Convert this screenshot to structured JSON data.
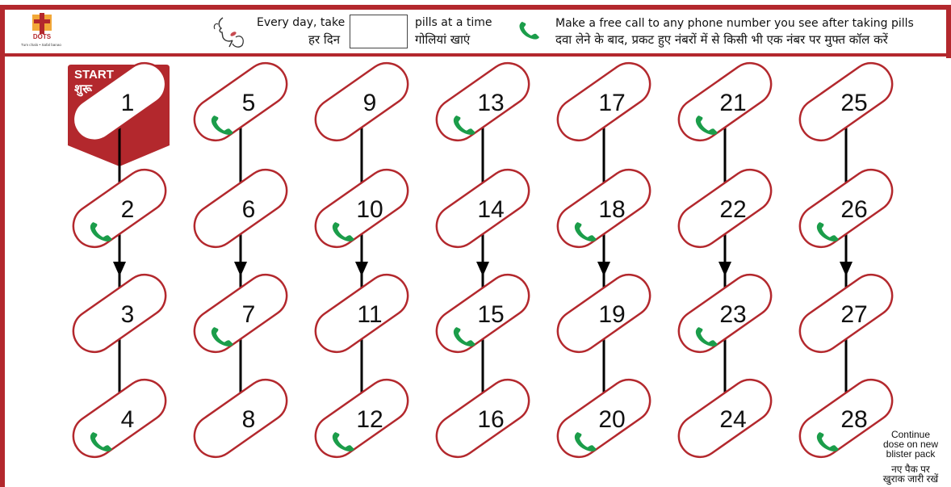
{
  "header": {
    "instruction_en": "Every day, take",
    "instruction_hi": "हर दिन",
    "instruction_en_suffix": "pills at a time",
    "instruction_hi_suffix": "गोलियां खाएं",
    "call_en": "Make a free call to any phone number you see after taking pills",
    "call_hi": "दवा लेने के बाद, प्रकट हुए नंबरों में से किसी भी एक नंबर पर मुफ्त कॉल करें",
    "logo_text": "DOTS",
    "logo_subtext": "Tum chalo • Safal banao",
    "icons": {
      "logo": "dots-logo",
      "instruction": "face-pill-icon",
      "call": "phone-icon"
    }
  },
  "start": {
    "label_en": "START",
    "label_hi": "शुरू"
  },
  "colors": {
    "brand_red": "#b3282d",
    "phone_green": "#1b9d4a",
    "outline": "#b3282d"
  },
  "columns": [
    {
      "pills": [
        {
          "n": "1",
          "phone": false
        },
        {
          "n": "2",
          "phone": true
        },
        {
          "n": "3",
          "phone": false
        },
        {
          "n": "4",
          "phone": true
        }
      ]
    },
    {
      "pills": [
        {
          "n": "5",
          "phone": true
        },
        {
          "n": "6",
          "phone": false
        },
        {
          "n": "7",
          "phone": true
        },
        {
          "n": "8",
          "phone": false
        }
      ]
    },
    {
      "pills": [
        {
          "n": "9",
          "phone": false
        },
        {
          "n": "10",
          "phone": true
        },
        {
          "n": "11",
          "phone": false
        },
        {
          "n": "12",
          "phone": true
        }
      ]
    },
    {
      "pills": [
        {
          "n": "13",
          "phone": true
        },
        {
          "n": "14",
          "phone": false
        },
        {
          "n": "15",
          "phone": true
        },
        {
          "n": "16",
          "phone": false
        }
      ]
    },
    {
      "pills": [
        {
          "n": "17",
          "phone": false
        },
        {
          "n": "18",
          "phone": true
        },
        {
          "n": "19",
          "phone": false
        },
        {
          "n": "20",
          "phone": true
        }
      ]
    },
    {
      "pills": [
        {
          "n": "21",
          "phone": true
        },
        {
          "n": "22",
          "phone": false
        },
        {
          "n": "23",
          "phone": true
        },
        {
          "n": "24",
          "phone": false
        }
      ]
    },
    {
      "pills": [
        {
          "n": "25",
          "phone": false
        },
        {
          "n": "26",
          "phone": true
        },
        {
          "n": "27",
          "phone": false
        },
        {
          "n": "28",
          "phone": true
        }
      ]
    }
  ],
  "footer_note": {
    "en_line1": "Continue",
    "en_line2": "dose on new",
    "en_line3": "blister pack",
    "hi_line1": "नए पैक पर",
    "hi_line2": "खुराक जारी रखें"
  }
}
